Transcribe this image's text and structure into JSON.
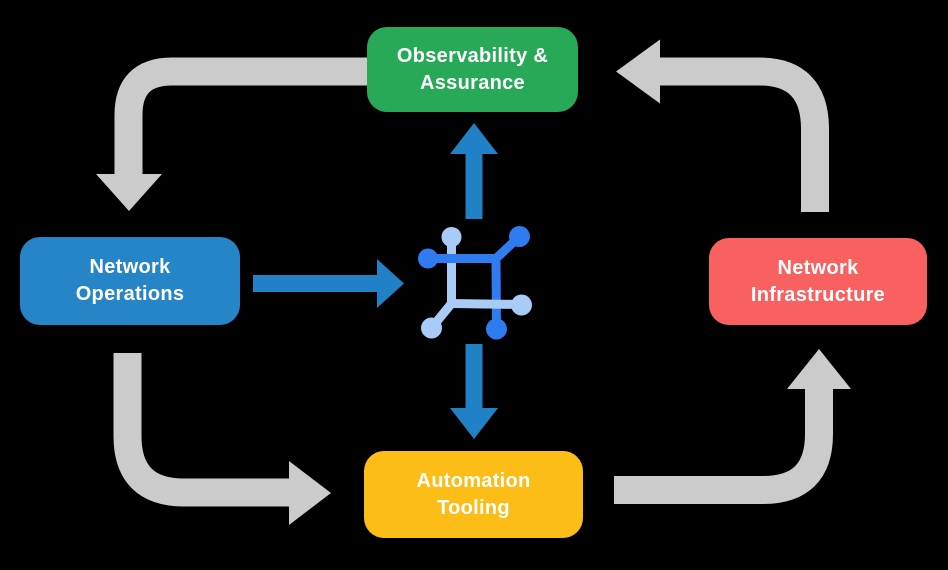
{
  "background_color": "#000000",
  "nodes": {
    "observability": {
      "label": "Observability &\nAssurance",
      "color": "#27A957"
    },
    "operations": {
      "label": "Network\nOperations",
      "color": "#2585C6"
    },
    "infrastructure": {
      "label": "Network\nInfrastructure",
      "color": "#F96060"
    },
    "tooling": {
      "label": "Automation\nTooling",
      "color": "#FCBD17"
    }
  },
  "colors": {
    "cycle_arrow": "#CBCBCB",
    "flow_arrow": "#2181C6",
    "icon_dark_blue": "#2E7CF0",
    "icon_light_blue": "#A9CBF7",
    "label_text": "#FFFFFF"
  },
  "center_icon": {
    "name": "network-mesh-icon"
  },
  "cycle_arrows": [
    {
      "from": "observability",
      "to": "operations",
      "direction": "down"
    },
    {
      "from": "operations",
      "to": "tooling",
      "direction": "right"
    },
    {
      "from": "tooling",
      "to": "infrastructure",
      "direction": "up"
    },
    {
      "from": "infrastructure",
      "to": "observability",
      "direction": "left"
    }
  ],
  "flow_arrows": [
    {
      "from": "operations",
      "to": "center-icon",
      "direction": "right"
    },
    {
      "from": "center-icon",
      "to": "observability",
      "direction": "up"
    },
    {
      "from": "center-icon",
      "to": "tooling",
      "direction": "down"
    }
  ]
}
